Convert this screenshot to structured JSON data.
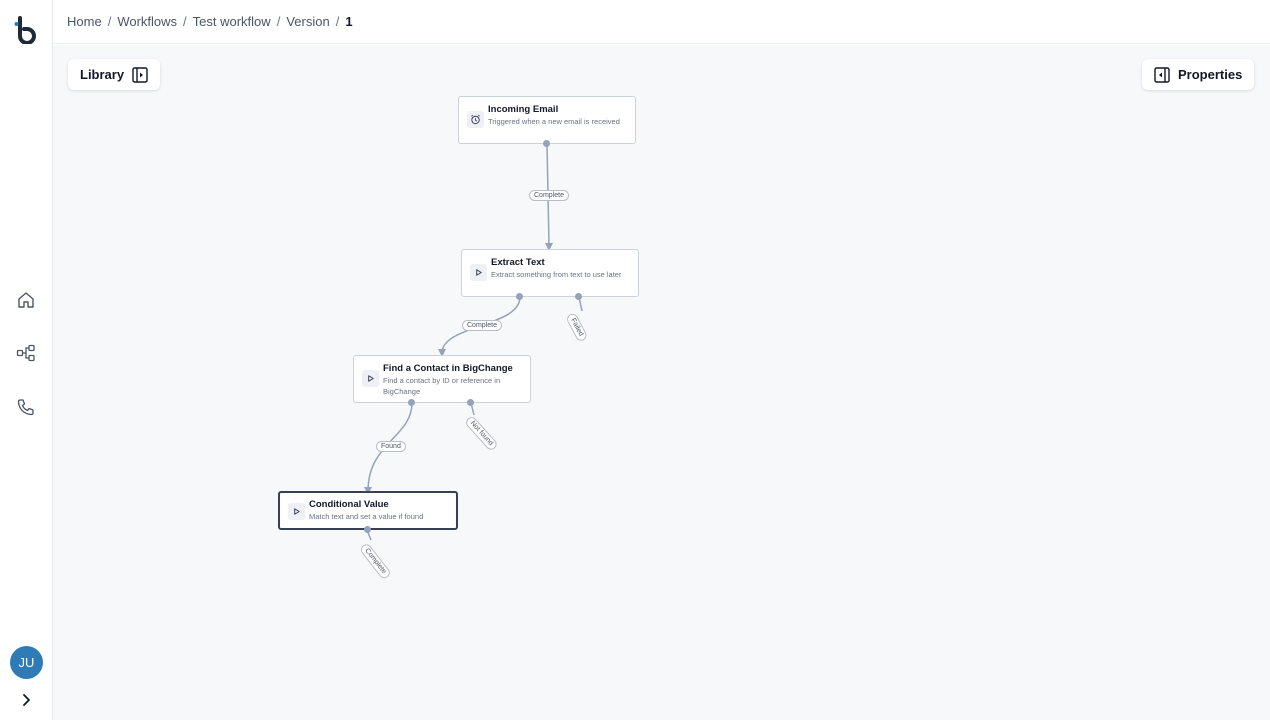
{
  "breadcrumb": {
    "items": [
      "Home",
      "Workflows",
      "Test workflow",
      "Version"
    ],
    "current": "1",
    "separator": "/"
  },
  "sidebar": {
    "nav_icons": [
      "home-icon",
      "workflow-icon",
      "phone-icon"
    ],
    "avatar_initials": "JU"
  },
  "toolbar": {
    "library_label": "Library",
    "properties_label": "Properties"
  },
  "nodes": [
    {
      "title": "Incoming Email",
      "description": "Triggered when a new email is received",
      "icon": "alarm-icon"
    },
    {
      "title": "Extract Text",
      "description": "Extract something from text to use later",
      "icon": "play-icon"
    },
    {
      "title": "Find a Contact in BigChange",
      "description": "Find a contact by ID or reference in BigChange",
      "icon": "play-icon"
    },
    {
      "title": "Conditional Value",
      "description": "Match text and set a value if found",
      "icon": "play-icon"
    }
  ],
  "edge_labels": {
    "email_complete": "Complete",
    "extract_complete": "Complete",
    "extract_failed": "Failed",
    "contact_found": "Found",
    "contact_not_found": "Not found",
    "conditional_complete": "Complete"
  },
  "colors": {
    "avatar": "#2f7bb6",
    "canvas": "#f7f8fa",
    "edge": "#94a3b8"
  }
}
